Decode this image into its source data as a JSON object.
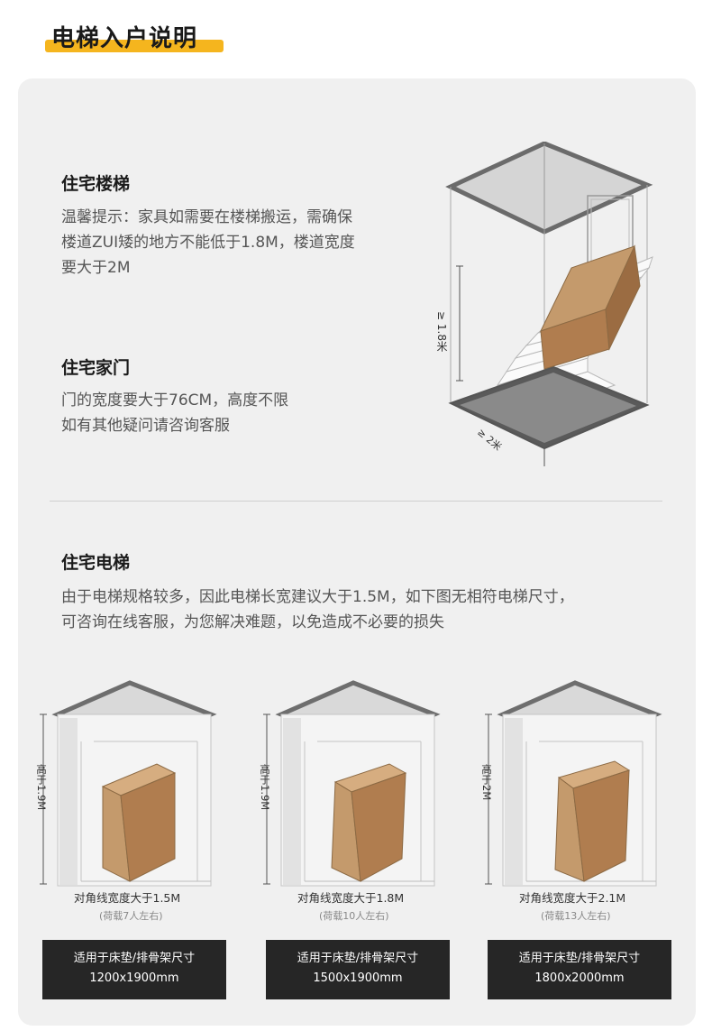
{
  "page_title": "电梯入户说明",
  "sections": {
    "stairs": {
      "title": "住宅楼梯",
      "lines": [
        "温馨提示：家具如需要在楼梯搬运，需确保",
        "楼道ZUI矮的地方不能低于1.8M，楼道宽度",
        "要大于2M"
      ]
    },
    "door": {
      "title": "住宅家门",
      "lines": [
        "门的宽度要大于76CM，高度不限",
        "如有其他疑问请咨询客服"
      ]
    },
    "elevator": {
      "title": "住宅电梯",
      "lines": [
        "由于电梯规格较多，因此电梯长宽建议大于1.5M，如下图无相符电梯尺寸，",
        "可咨询在线客服，为您解决难题，以免造成不必要的损失"
      ]
    }
  },
  "stair_diagram": {
    "height_label": "≥ 1.8米",
    "width_label": "≥ 2米"
  },
  "elevators": [
    {
      "height_label": "高于1.9M",
      "diagonal": "对角线宽度大于1.5M",
      "load": "(荷载7人左右)",
      "box_line1": "适用于床垫/排骨架尺寸",
      "box_line2": "1200x1900mm"
    },
    {
      "height_label": "高于1.9M",
      "diagonal": "对角线宽度大于1.8M",
      "load": "(荷载10人左右)",
      "box_line1": "适用于床垫/排骨架尺寸",
      "box_line2": "1500x1900mm"
    },
    {
      "height_label": "高于2M",
      "diagonal": "对角线宽度大于2.1M",
      "load": "(荷载13人左右)",
      "box_line1": "适用于床垫/排骨架尺寸",
      "box_line2": "1800x2000mm"
    }
  ],
  "colors": {
    "accent": "#f5b51e",
    "card_bg": "#f0f0f0",
    "box_bg": "#262626",
    "carton": "#c49a6c"
  }
}
